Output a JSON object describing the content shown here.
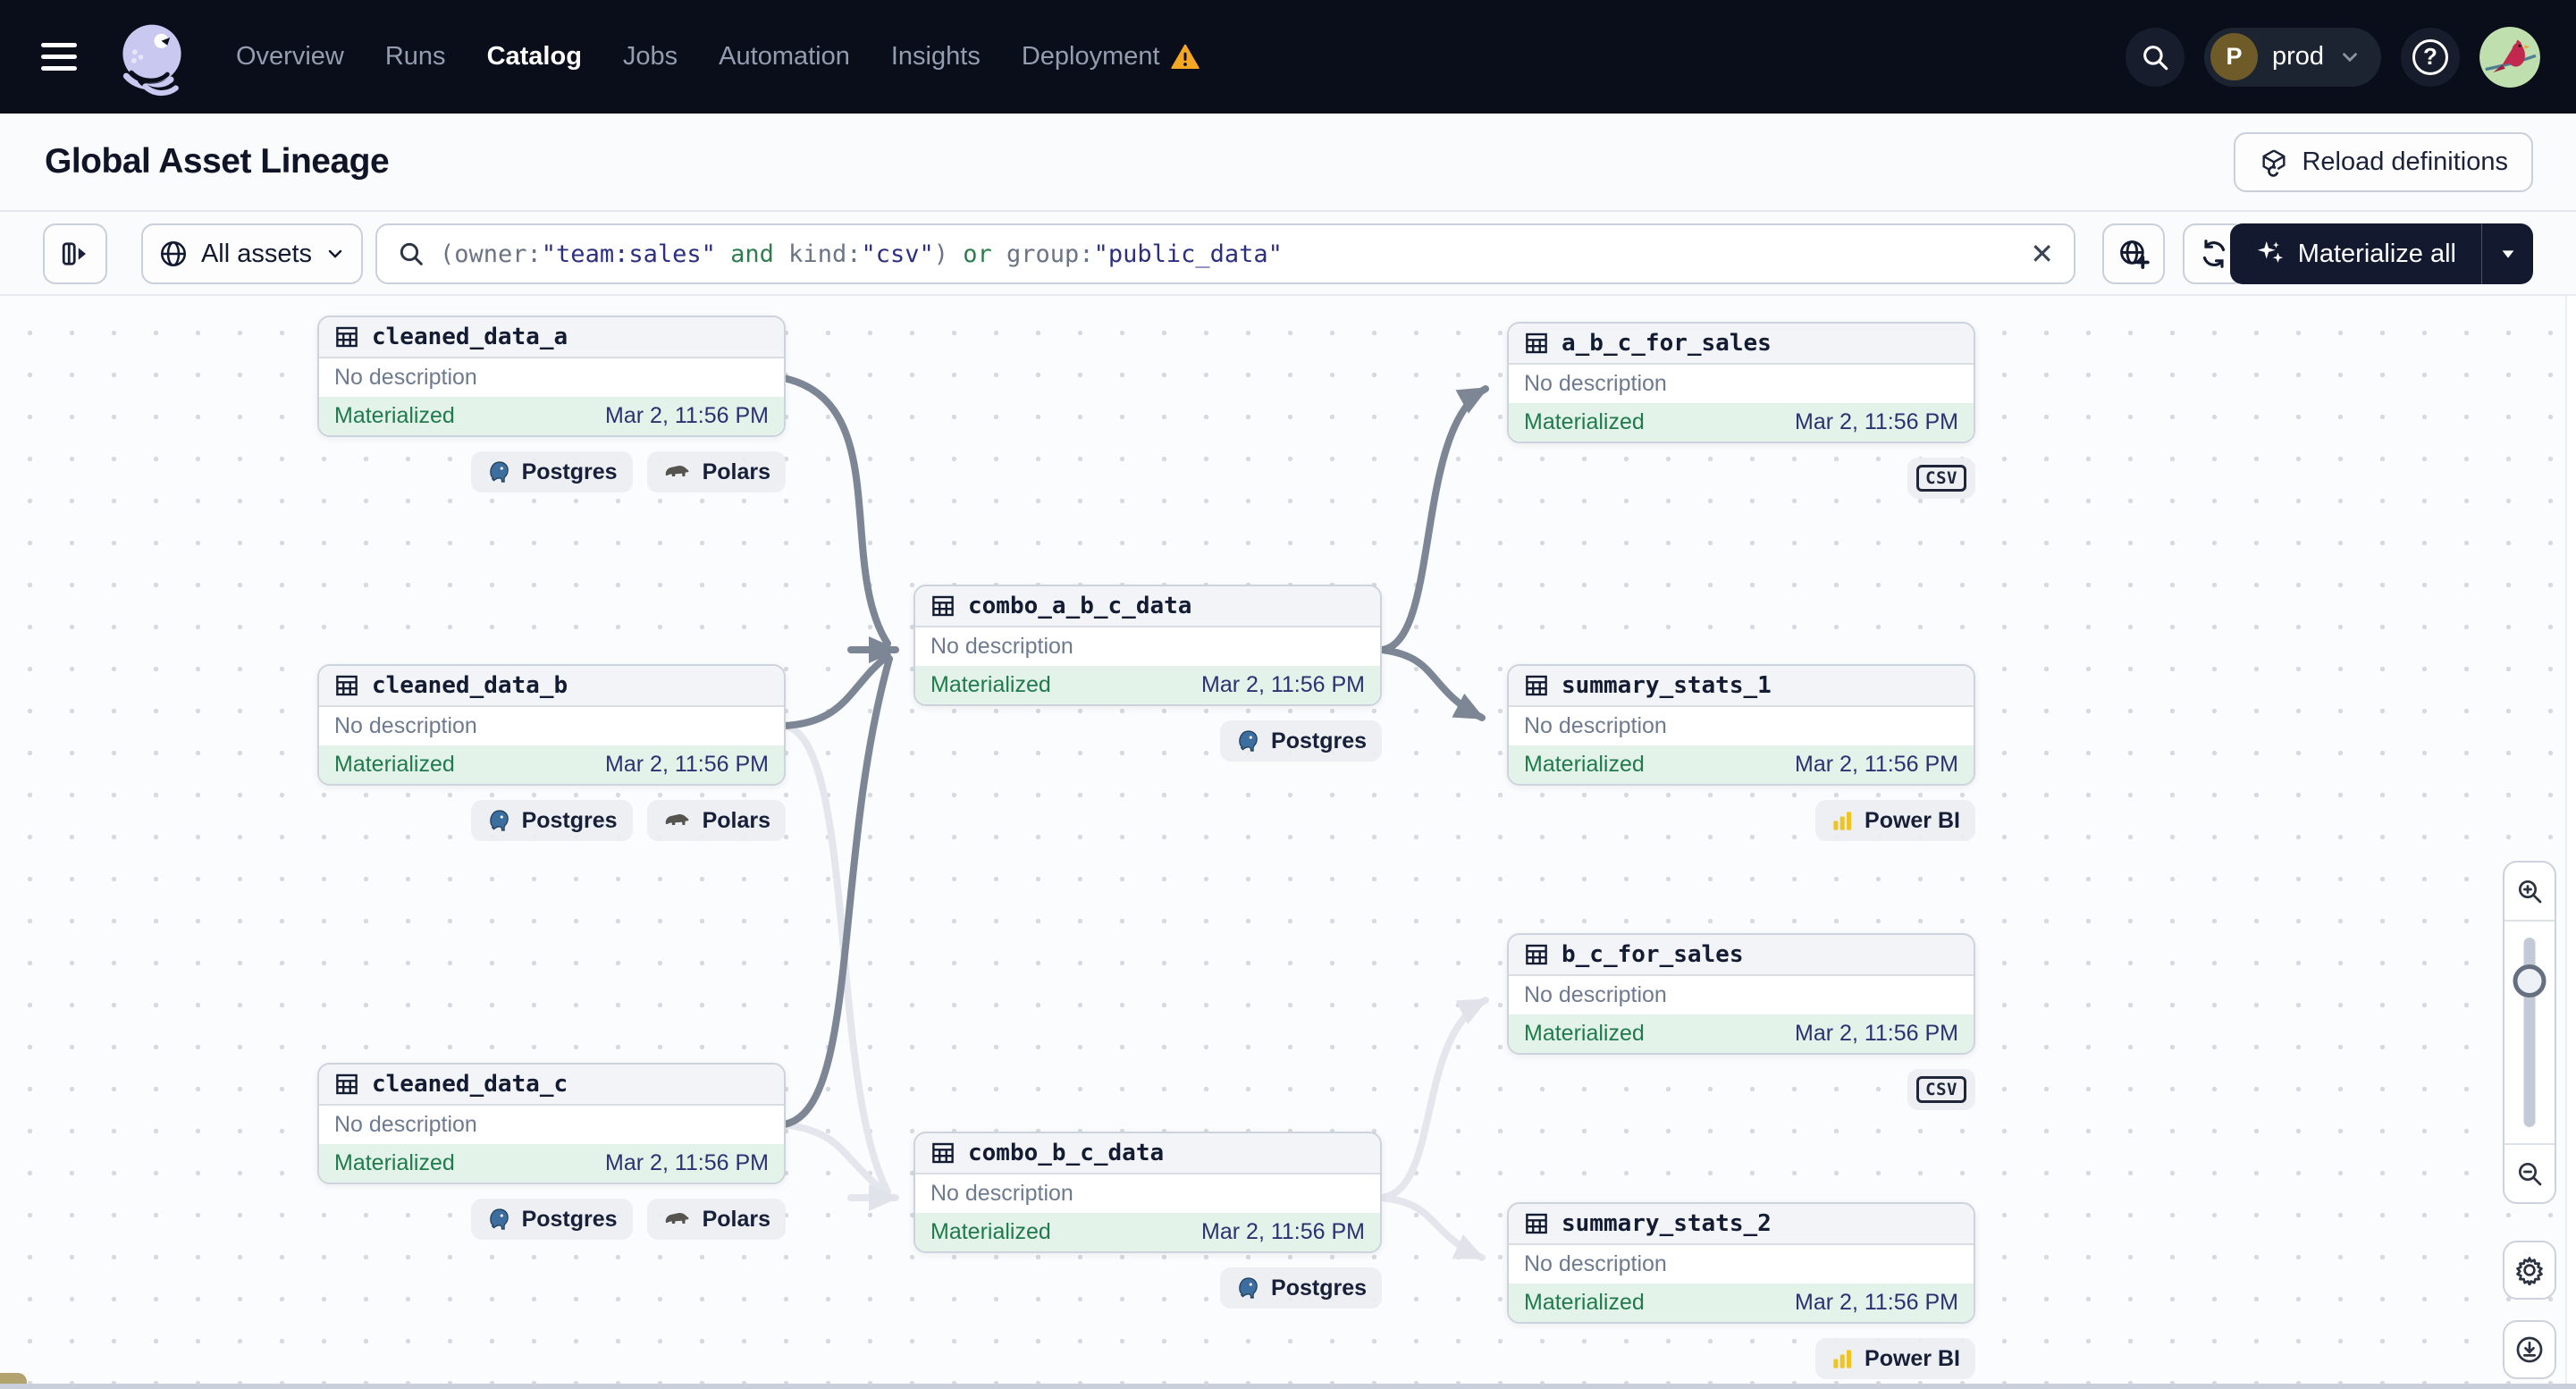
{
  "nav": {
    "items": [
      {
        "label": "Overview",
        "active": false
      },
      {
        "label": "Runs",
        "active": false
      },
      {
        "label": "Catalog",
        "active": true
      },
      {
        "label": "Jobs",
        "active": false
      },
      {
        "label": "Automation",
        "active": false
      },
      {
        "label": "Insights",
        "active": false
      },
      {
        "label": "Deployment",
        "active": false,
        "warning": true
      }
    ],
    "environment": {
      "initial": "P",
      "name": "prod"
    }
  },
  "page_header": {
    "title": "Global Asset Lineage",
    "reload_button_label": "Reload definitions"
  },
  "toolbar": {
    "asset_scope_label": "All assets",
    "search": {
      "query": "(owner:\"team:sales\" and kind:\"csv\") or group:\"public_data\"",
      "segments": [
        {
          "text": "(owner:",
          "type": "plain"
        },
        {
          "text": "\"team:sales\"",
          "type": "value"
        },
        {
          "text": " ",
          "type": "plain"
        },
        {
          "text": "and",
          "type": "keyword"
        },
        {
          "text": " kind:",
          "type": "plain"
        },
        {
          "text": "\"csv\"",
          "type": "value"
        },
        {
          "text": ") ",
          "type": "plain"
        },
        {
          "text": "or",
          "type": "keyword"
        },
        {
          "text": " group:",
          "type": "plain"
        },
        {
          "text": "\"public_data\"",
          "type": "value"
        }
      ]
    },
    "materialize_button_label": "Materialize all"
  },
  "graph": {
    "tag_labels": {
      "postgres": "Postgres",
      "polars": "Polars",
      "powerbi": "Power BI",
      "csv": "CSV"
    },
    "nodes": [
      {
        "name": "cleaned_data_a",
        "description": "No description",
        "status": "Materialized",
        "timestamp": "Mar 2, 11:56 PM",
        "tags": [
          "Postgres",
          "Polars"
        ]
      },
      {
        "name": "cleaned_data_b",
        "description": "No description",
        "status": "Materialized",
        "timestamp": "Mar 2, 11:56 PM",
        "tags": [
          "Postgres",
          "Polars"
        ]
      },
      {
        "name": "cleaned_data_c",
        "description": "No description",
        "status": "Materialized",
        "timestamp": "Mar 2, 11:56 PM",
        "tags": [
          "Postgres",
          "Polars"
        ]
      },
      {
        "name": "combo_a_b_c_data",
        "description": "No description",
        "status": "Materialized",
        "timestamp": "Mar 2, 11:56 PM",
        "tags": [
          "Postgres"
        ]
      },
      {
        "name": "combo_b_c_data",
        "description": "No description",
        "status": "Materialized",
        "timestamp": "Mar 2, 11:56 PM",
        "tags": [
          "Postgres"
        ]
      },
      {
        "name": "a_b_c_for_sales",
        "description": "No description",
        "status": "Materialized",
        "timestamp": "Mar 2, 11:56 PM",
        "tags": [
          "CSV"
        ]
      },
      {
        "name": "summary_stats_1",
        "description": "No description",
        "status": "Materialized",
        "timestamp": "Mar 2, 11:56 PM",
        "tags": [
          "Power BI"
        ]
      },
      {
        "name": "b_c_for_sales",
        "description": "No description",
        "status": "Materialized",
        "timestamp": "Mar 2, 11:56 PM",
        "tags": [
          "CSV"
        ]
      },
      {
        "name": "summary_stats_2",
        "description": "No description",
        "status": "Materialized",
        "timestamp": "Mar 2, 11:56 PM",
        "tags": [
          "Power BI"
        ]
      }
    ],
    "edges": [
      {
        "from": "cleaned_data_a",
        "to": "combo_a_b_c_data",
        "style": "dark"
      },
      {
        "from": "cleaned_data_b",
        "to": "combo_a_b_c_data",
        "style": "dark"
      },
      {
        "from": "cleaned_data_c",
        "to": "combo_a_b_c_data",
        "style": "dark"
      },
      {
        "from": "combo_a_b_c_data",
        "to": "a_b_c_for_sales",
        "style": "dark"
      },
      {
        "from": "combo_a_b_c_data",
        "to": "summary_stats_1",
        "style": "dark"
      },
      {
        "from": "cleaned_data_b",
        "to": "combo_b_c_data",
        "style": "light"
      },
      {
        "from": "cleaned_data_c",
        "to": "combo_b_c_data",
        "style": "light"
      },
      {
        "from": "combo_b_c_data",
        "to": "b_c_for_sales",
        "style": "light"
      },
      {
        "from": "combo_b_c_data",
        "to": "summary_stats_2",
        "style": "light"
      }
    ]
  },
  "icons": [
    "hamburger-icon",
    "dagster-logo",
    "warning-icon",
    "search-icon",
    "help-icon",
    "avatar",
    "reload-cube-icon",
    "panel-toggle-icon",
    "globe-icon",
    "chevron-down-icon",
    "magnifier-icon",
    "clear-x-icon",
    "globe-add-icon",
    "refresh-icon",
    "sparkles-icon",
    "caret-down-icon",
    "table-icon",
    "postgres-icon",
    "polars-icon",
    "powerbi-icon",
    "csv-kind-icon",
    "zoom-in-icon",
    "zoom-out-icon",
    "gear-icon",
    "download-icon"
  ],
  "colors": {
    "nav_bg": "#0a0e1b",
    "accent_dark_button": "#131a30",
    "status_green": "#1f7a4c",
    "timestamp_navy": "#2a3272",
    "edge_dark": "#7d8695",
    "edge_light": "#e3e6ec",
    "warning_orange": "#f5a623",
    "footer_green_bg": "#e4f3ea"
  }
}
